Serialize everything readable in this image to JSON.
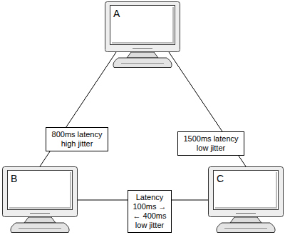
{
  "diagram": {
    "nodes": [
      {
        "text": [
          "A"
        ]
      },
      {
        "text": [
          "B"
        ]
      },
      {
        "text": [
          "C"
        ]
      }
    ],
    "edges": [
      {
        "from": 0,
        "to": 1,
        "arrow": "none",
        "label": "800ms latency high jitter"
      },
      {
        "from": 0,
        "to": 2,
        "arrow": "none",
        "label": "1500ms latency low jitter"
      },
      {
        "from": 1,
        "to": 2,
        "arrow": "none",
        "label": "Latency 100ms → ← 400ms low jitter"
      }
    ]
  }
}
